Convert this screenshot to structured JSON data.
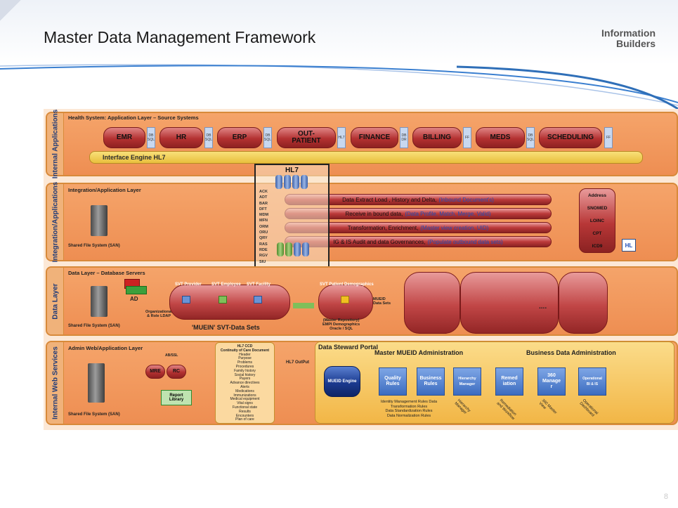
{
  "slide": {
    "title": "Master Data Management  Framework",
    "logo_line1": "Information",
    "logo_line2": "Builders",
    "page_number": "8"
  },
  "bands": {
    "internal_applications": {
      "label": "Internal Applications",
      "heading": "Health System: Application Layer – Source Systems",
      "interface_engine": "Interface Engine HL7",
      "systems": [
        "EMR",
        "HR",
        "ERP",
        "OUT-\nPATIENT",
        "FINANCE",
        "BILLING",
        "MEDS",
        "SCHEDULING"
      ],
      "connectors": [
        "DB\nSQL",
        "DB\nSQL",
        "DB\nSQL",
        "HL7",
        "DB\nDR",
        "FF",
        "DB\nSQL",
        "FF"
      ]
    },
    "integration": {
      "label": "Integration/Applications",
      "heading": "Integration/Application Layer",
      "shared_fs": "Shared File System (SAN)",
      "hl7_title": "HL7",
      "hl7_messages": [
        "ACK",
        "ADT",
        "BAR",
        "DFT",
        "MDM",
        "MFN",
        "ORM",
        "ORU",
        "QRY",
        "RAS",
        "RDE",
        "RGV",
        "SIU"
      ],
      "pipes": [
        {
          "text": "Data Extract Load , History and Delta,",
          "highlight": "(Inbound Document's)"
        },
        {
          "text": "Receive in bound data,",
          "highlight": "(Data Profile, Match, Merge, Valid)"
        },
        {
          "text": "Transformation, Enrichment,",
          "highlight": "(Master view creation, UID)"
        },
        {
          "text": "IG & IS Audit and data Governances,",
          "highlight": "(Populate outbound data sets)"
        }
      ],
      "reference_sets": [
        "Address",
        "SNOMED",
        "LOINC",
        "CPT",
        "ICD9"
      ],
      "hl_badge": "HL"
    },
    "data_layer": {
      "label": "Data Layer",
      "heading": "Data Layer – Database Servers",
      "shared_fs": "Shared File System (SAN)",
      "ad_label": "AD",
      "ldap_label": "Organizational\n& Role LDAP",
      "svt_sets": [
        "SVT Provider",
        "SVT Employee",
        "SVT Facility"
      ],
      "svt_patient": "SVT Patient Demographics",
      "sets_label": "'MUEIN'  SVT-Data Sets",
      "mueid_label": "MUEID\nData Sets",
      "master_repo": "(Master Repository)\nEMPI Demographics\nOracle / SQL",
      "ellipsis": "...."
    },
    "web_services": {
      "label": "Internal Web Services",
      "heading": "Admin Web/Application Layer",
      "shared_fs": "Shared File System (SAN)",
      "ssl": "AB/SSL",
      "mre": "MRE",
      "rc": "RC",
      "report_library": "Report\nLibrary",
      "hl7_output": "HL7 OutPut",
      "ccd_items": [
        "HL7 CCD",
        "Continuity of Care Document",
        "Header",
        "Purpose",
        "Problems",
        "Procedures",
        "Family history",
        "Social history",
        "Payers",
        "Advance directives",
        "Alerts",
        "Medications",
        "Immunizations",
        "Medical equipment",
        "Vital signs",
        "Functional state",
        "Results",
        "Encounters",
        "Plan of care"
      ],
      "portal": {
        "title": "Data Steward Portal",
        "master_admin": "Master MUEID Administration",
        "business_admin": "Business Data Administration",
        "engine": "MUEID Engine",
        "tiles": [
          "Quality\nRules",
          "Business\nRules",
          "Hierarchy\nManager",
          "Remed\niation",
          "360\nManage\nr",
          "Operational\nBI & IS"
        ],
        "tile_captions": [
          "Hierarchy\nManager",
          "Remediation\nand Workflow",
          "360 Master\nView",
          "Operational\nDashboard"
        ],
        "rules_text": [
          "Identity Management Rules Data",
          "Transformation Rules",
          "Data Standardization Rules",
          "Data Normalization Rules"
        ]
      }
    }
  },
  "colors": {
    "band_fill": "#f2995c",
    "band_border": "#d88a3a",
    "cylinder": "#b33131",
    "engine": "#e9bf3c",
    "label_text": "#1f3a78",
    "highlight_text": "#1f4fb8"
  }
}
